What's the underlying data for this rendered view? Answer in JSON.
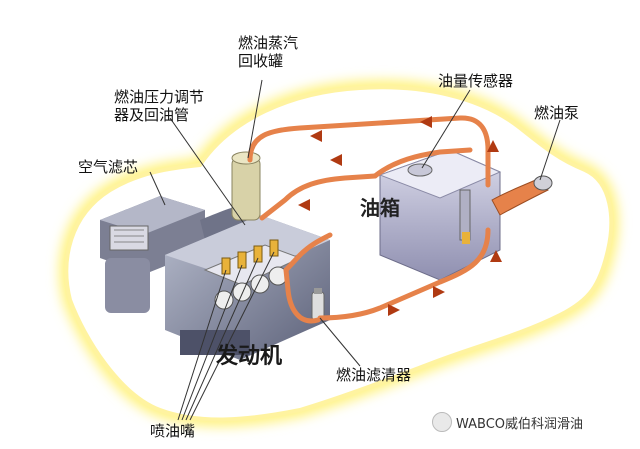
{
  "labels": {
    "vapor_canister": "燃油蒸汽\n回收罐",
    "fuel_level_sensor": "油量传感器",
    "pressure_regulator": "燃油压力调节\n器及回油管",
    "fuel_pump": "燃油泵",
    "air_filter": "空气滤芯",
    "fuel_tank": "油箱",
    "engine": "发动机",
    "fuel_filter": "燃油滤清器",
    "injector": "喷油嘴"
  },
  "watermark": {
    "text": "WABCO威伯科润滑油",
    "icon": "wechat-icon"
  },
  "colors": {
    "car_outline_glow": "#fff27a",
    "fuel_line": "#e6824a",
    "arrow": "#b03a12"
  }
}
